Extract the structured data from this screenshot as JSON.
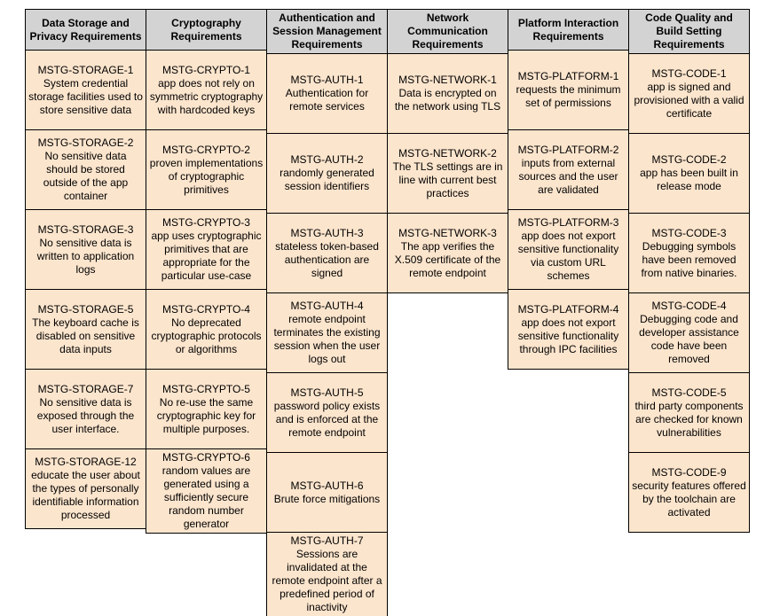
{
  "colors": {
    "header_bg": "#d3d3d3",
    "cell_bg": "#fce5cd",
    "border": "#000000",
    "page_bg": "#ffffff"
  },
  "table": {
    "columns": [
      {
        "header": "Data Storage and Privacy Requirements",
        "cells": [
          {
            "code": "MSTG-STORAGE-1",
            "text": "System credential storage facilities used to store sensitive data"
          },
          {
            "code": "MSTG-STORAGE-2",
            "text": "No sensitive data should be stored outside of the app container"
          },
          {
            "code": "MSTG-STORAGE-3",
            "text": "No sensitive data is written to application logs"
          },
          {
            "code": "MSTG-STORAGE-5",
            "text": "The keyboard cache is disabled on sensitive data inputs"
          },
          {
            "code": "MSTG-STORAGE-7",
            "text": "No sensitive data is exposed through the user interface."
          },
          {
            "code": "MSTG-STORAGE-12",
            "text": "educate the user about the types of personally identifiable information processed"
          }
        ]
      },
      {
        "header": "Cryptography Requirements",
        "cells": [
          {
            "code": "MSTG-CRYPTO-1",
            "text": "app does not rely on symmetric cryptography with hardcoded keys"
          },
          {
            "code": "MSTG-CRYPTO-2",
            "text": "proven implementations of cryptographic primitives"
          },
          {
            "code": "MSTG-CRYPTO-3",
            "text": "app uses cryptographic primitives that are appropriate for the particular use-case"
          },
          {
            "code": "MSTG-CRYPTO-4",
            "text": "No deprecated cryptographic protocols or algorithms"
          },
          {
            "code": "MSTG-CRYPTO-5",
            "text": "No re-use the same cryptographic key for multiple purposes."
          },
          {
            "code": "MSTG-CRYPTO-6",
            "text": "random values are generated using a sufficiently secure random number generator"
          }
        ]
      },
      {
        "header": "Authentication and Session Management Requirements",
        "cells": [
          {
            "code": "MSTG-AUTH-1",
            "text": "Authentication for remote services"
          },
          {
            "code": "MSTG-AUTH-2",
            "text": "randomly generated session identifiers"
          },
          {
            "code": "MSTG-AUTH-3",
            "text": "stateless token-based authentication are signed"
          },
          {
            "code": "MSTG-AUTH-4",
            "text": "remote endpoint terminates the existing session when the user logs out"
          },
          {
            "code": "MSTG-AUTH-5",
            "text": "password policy exists and is enforced at the remote endpoint"
          },
          {
            "code": "MSTG-AUTH-6",
            "text": "Brute force mitigations"
          },
          {
            "code": "MSTG-AUTH-7",
            "text": "Sessions are invalidated at the remote endpoint after a predefined period of inactivity"
          }
        ]
      },
      {
        "header": "Network Communication Requirements",
        "cells": [
          {
            "code": "MSTG-NETWORK-1",
            "text": "Data is encrypted on the network using TLS"
          },
          {
            "code": "MSTG-NETWORK-2",
            "text": "The TLS settings are in line with current best practices"
          },
          {
            "code": "MSTG-NETWORK-3",
            "text": "The app verifies the X.509 certificate of the remote endpoint"
          }
        ]
      },
      {
        "header": "Platform Interaction Requirements",
        "cells": [
          {
            "code": "MSTG-PLATFORM-1",
            "text": "requests the minimum set of permissions"
          },
          {
            "code": "MSTG-PLATFORM-2",
            "text": "inputs from external sources and the user are validated"
          },
          {
            "code": "MSTG-PLATFORM-3",
            "text": "app does not export sensitive functionality via custom URL schemes"
          },
          {
            "code": "MSTG-PLATFORM-4",
            "text": "app does not export sensitive functionality through IPC facilities"
          }
        ]
      },
      {
        "header": "Code Quality and Build Setting Requirements",
        "cells": [
          {
            "code": "MSTG-CODE-1",
            "text": "app is signed and provisioned with a valid certificate"
          },
          {
            "code": "MSTG-CODE-2",
            "text": "app has been built in release mode"
          },
          {
            "code": "MSTG-CODE-3",
            "text": "Debugging symbols have been removed from native binaries."
          },
          {
            "code": "MSTG-CODE-4",
            "text": "Debugging code and developer assistance code have been removed"
          },
          {
            "code": "MSTG-CODE-5",
            "text": "third party components are checked for known vulnerabilities"
          },
          {
            "code": "MSTG-CODE-9",
            "text": "security features offered by the toolchain are activated"
          }
        ]
      }
    ]
  }
}
